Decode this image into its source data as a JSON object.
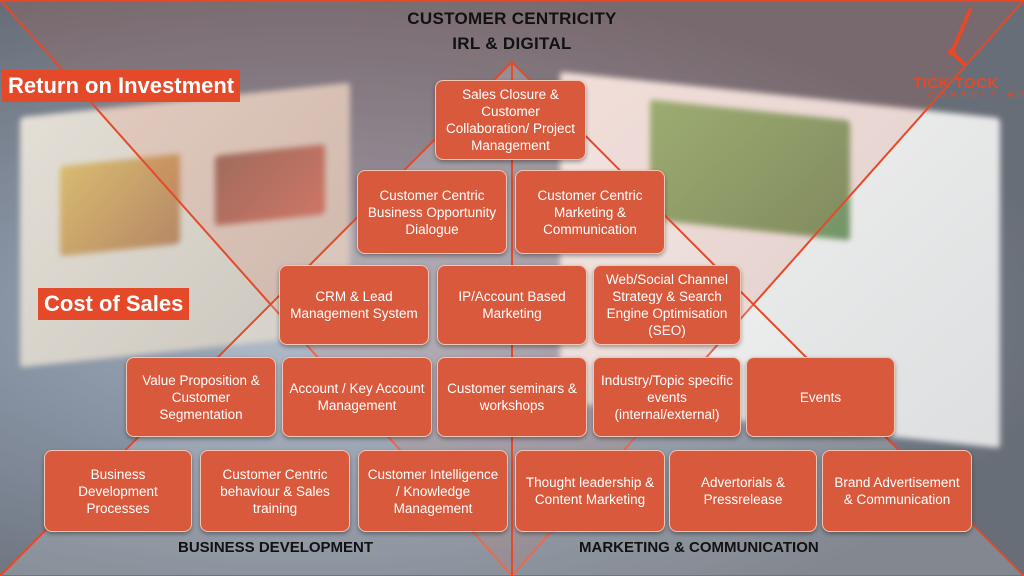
{
  "title": {
    "line1": "CUSTOMER CENTRICITY",
    "line2": "IRL & DIGITAL"
  },
  "tags": {
    "roi": "Return on Investment",
    "cost": "Cost of Sales"
  },
  "logo": {
    "name": "TICK TOCK",
    "sub": "CONSULTING"
  },
  "base": {
    "left": "BUSINESS DEVELOPMENT",
    "right": "MARKETING & COMMUNICATION"
  },
  "levels": {
    "l1": [
      "Sales Closure & Customer Collaboration/ Project Management"
    ],
    "l2": [
      "Customer Centric Business Opportunity Dialogue",
      "Customer Centric Marketing & Communication"
    ],
    "l3": [
      "CRM & Lead Management System",
      "IP/Account Based Marketing",
      "Web/Social Channel Strategy & Search Engine Optimisation (SEO)"
    ],
    "l4": [
      "Value Proposition & Customer Segmentation",
      "Account / Key Account Management",
      "Customer seminars & workshops",
      "Industry/Topic specific events (internal/external)",
      "Events"
    ],
    "l5": [
      "Business Development Processes",
      "Customer Centric behaviour & Sales training",
      "Customer Intelligence / Knowledge Management",
      "Thought leadership & Content Marketing",
      "Advertorials & Pressrelease",
      "Brand Advertisement & Communication"
    ]
  },
  "colors": {
    "box": "#d9593c",
    "accent": "#e4492a"
  }
}
